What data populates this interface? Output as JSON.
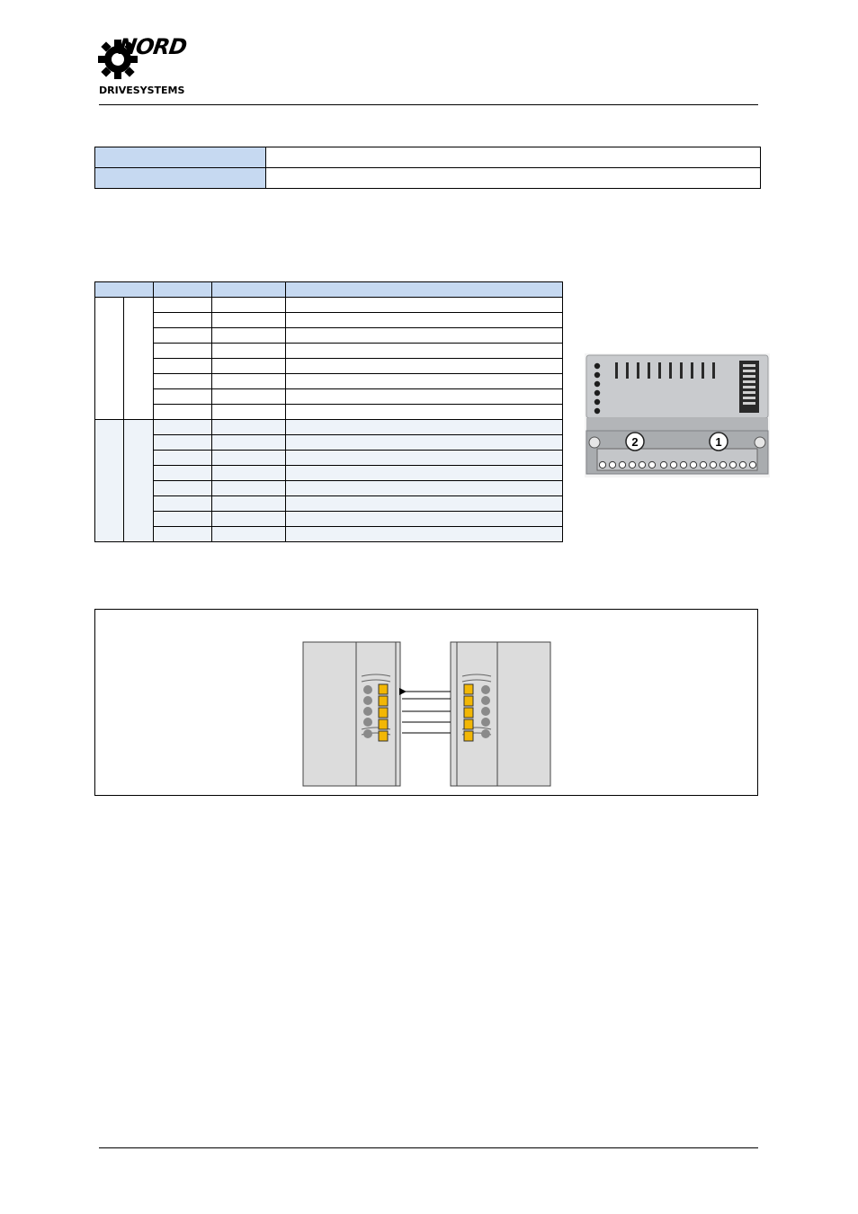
{
  "header": {
    "logo_brand": "NORD",
    "logo_sub": "DRIVESYSTEMS"
  },
  "info_table": {
    "rows": [
      {
        "label": "",
        "value": ""
      },
      {
        "label": "",
        "value": ""
      }
    ]
  },
  "terminal_table": {
    "header": [
      "",
      "",
      "",
      ""
    ],
    "group_1_rows": 8,
    "group_2_rows": 8
  },
  "device_photo": {
    "callouts": [
      "2",
      "1"
    ],
    "colors": {
      "housing": "#c9cbce",
      "terminal_strip": "#a9acaf",
      "contacts": "#1d1d1d"
    }
  },
  "wiring_diagram": {
    "colors": {
      "module": "#dcdcdc",
      "terminal": "#f2b705",
      "led": "#8a8a8a"
    }
  }
}
